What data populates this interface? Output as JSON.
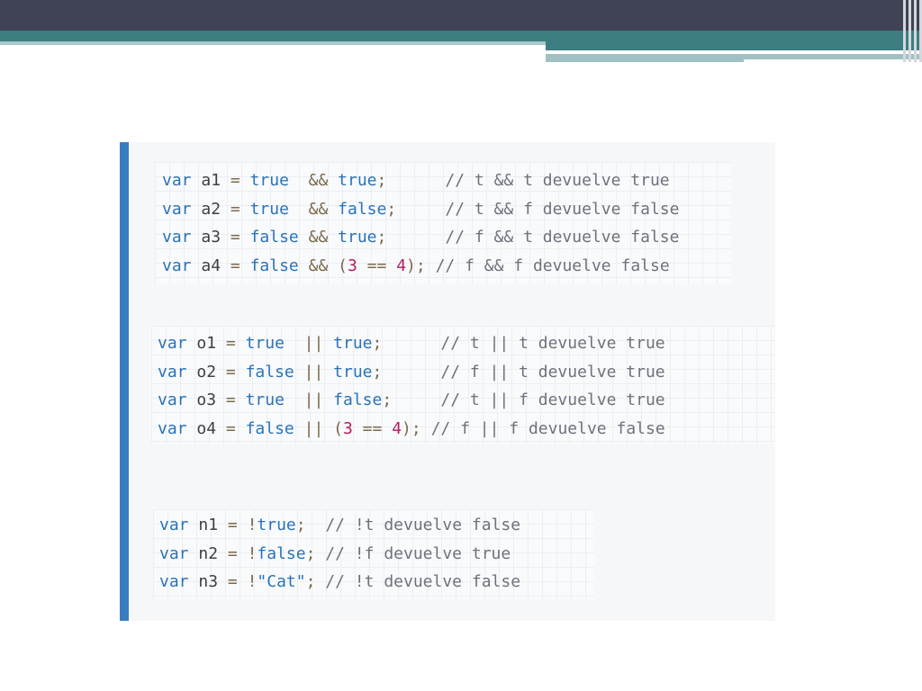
{
  "code_blocks": [
    {
      "name": "and",
      "lines": [
        {
          "kw": "var",
          "id": "a1",
          "eq": "=",
          "expr_pre": "",
          "lit1": "true",
          "gap1": "  ",
          "op": "&&",
          "lit2": "true",
          "paren_open": "",
          "num1": "",
          "cmp": "",
          "num2": "",
          "paren_close": "",
          "semi": ";",
          "pad": "      ",
          "comment": "// t && t devuelve true"
        },
        {
          "kw": "var",
          "id": "a2",
          "eq": "=",
          "expr_pre": "",
          "lit1": "true",
          "gap1": "  ",
          "op": "&&",
          "lit2": "false",
          "paren_open": "",
          "num1": "",
          "cmp": "",
          "num2": "",
          "paren_close": "",
          "semi": ";",
          "pad": "     ",
          "comment": "// t && f devuelve false"
        },
        {
          "kw": "var",
          "id": "a3",
          "eq": "=",
          "expr_pre": "",
          "lit1": "false",
          "gap1": " ",
          "op": "&&",
          "lit2": "true",
          "paren_open": "",
          "num1": "",
          "cmp": "",
          "num2": "",
          "paren_close": "",
          "semi": ";",
          "pad": "      ",
          "comment": "// f && t devuelve false"
        },
        {
          "kw": "var",
          "id": "a4",
          "eq": "=",
          "expr_pre": "",
          "lit1": "false",
          "gap1": " ",
          "op": "&&",
          "lit2": "",
          "paren_open": "(",
          "num1": "3",
          "cmp": "==",
          "num2": "4",
          "paren_close": ")",
          "semi": ";",
          "pad": " ",
          "comment": "// f && f devuelve false"
        }
      ]
    },
    {
      "name": "or",
      "lines": [
        {
          "kw": "var",
          "id": "o1",
          "eq": "=",
          "expr_pre": "",
          "lit1": "true",
          "gap1": "  ",
          "op": "||",
          "lit2": "true",
          "paren_open": "",
          "num1": "",
          "cmp": "",
          "num2": "",
          "paren_close": "",
          "semi": ";",
          "pad": "      ",
          "comment": "// t || t devuelve true"
        },
        {
          "kw": "var",
          "id": "o2",
          "eq": "=",
          "expr_pre": "",
          "lit1": "false",
          "gap1": " ",
          "op": "||",
          "lit2": "true",
          "paren_open": "",
          "num1": "",
          "cmp": "",
          "num2": "",
          "paren_close": "",
          "semi": ";",
          "pad": "      ",
          "comment": "// f || t devuelve true"
        },
        {
          "kw": "var",
          "id": "o3",
          "eq": "=",
          "expr_pre": "",
          "lit1": "true",
          "gap1": "  ",
          "op": "||",
          "lit2": "false",
          "paren_open": "",
          "num1": "",
          "cmp": "",
          "num2": "",
          "paren_close": "",
          "semi": ";",
          "pad": "     ",
          "comment": "// t || f devuelve true"
        },
        {
          "kw": "var",
          "id": "o4",
          "eq": "=",
          "expr_pre": "",
          "lit1": "false",
          "gap1": " ",
          "op": "||",
          "lit2": "",
          "paren_open": "(",
          "num1": "3",
          "cmp": "==",
          "num2": "4",
          "paren_close": ")",
          "semi": ";",
          "pad": " ",
          "comment": "// f || f devuelve false"
        }
      ]
    },
    {
      "name": "not",
      "lines": [
        {
          "kw": "var",
          "id": "n1",
          "eq": "=",
          "expr_pre": "!",
          "lit1": "true",
          "gap1": "",
          "op": "",
          "lit2": "",
          "paren_open": "",
          "num1": "",
          "cmp": "",
          "num2": "",
          "paren_close": "",
          "semi": ";",
          "pad": "  ",
          "comment": "// !t devuelve false"
        },
        {
          "kw": "var",
          "id": "n2",
          "eq": "=",
          "expr_pre": "!",
          "lit1": "false",
          "gap1": "",
          "op": "",
          "lit2": "",
          "paren_open": "",
          "num1": "",
          "cmp": "",
          "num2": "",
          "paren_close": "",
          "semi": ";",
          "pad": " ",
          "comment": "// !f devuelve true"
        },
        {
          "kw": "var",
          "id": "n3",
          "eq": "=",
          "expr_pre": "!",
          "lit1": "\"Cat\"",
          "gap1": "",
          "op": "",
          "lit2": "",
          "paren_open": "",
          "num1": "",
          "cmp": "",
          "num2": "",
          "paren_close": "",
          "semi": ";",
          "pad": " ",
          "comment": "// !t devuelve false"
        }
      ]
    }
  ],
  "colors": {
    "header_dark": "#404255",
    "header_teal": "#3c7e82",
    "accent_bar": "#3a7dbe",
    "keyword": "#2a73b8",
    "number": "#b01e5e"
  }
}
